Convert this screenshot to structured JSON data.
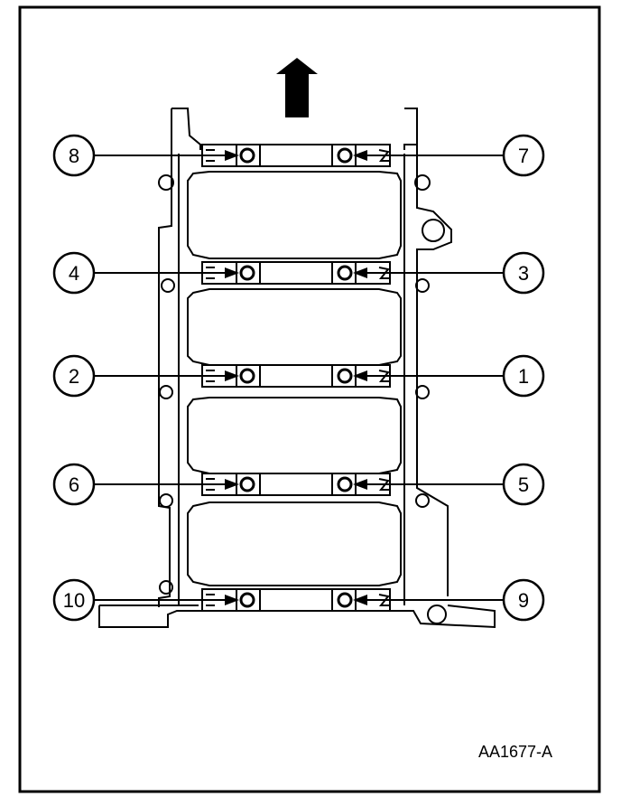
{
  "figure": {
    "reference_code": "AA1677-A",
    "front_arrow_icon": "arrow-up-icon"
  },
  "callouts": [
    {
      "label": "8",
      "side": "left",
      "row": 0
    },
    {
      "label": "7",
      "side": "right",
      "row": 0
    },
    {
      "label": "4",
      "side": "left",
      "row": 1
    },
    {
      "label": "3",
      "side": "right",
      "row": 1
    },
    {
      "label": "2",
      "side": "left",
      "row": 2
    },
    {
      "label": "1",
      "side": "right",
      "row": 2
    },
    {
      "label": "6",
      "side": "left",
      "row": 3
    },
    {
      "label": "5",
      "side": "right",
      "row": 3
    },
    {
      "label": "10",
      "side": "left",
      "row": 4
    },
    {
      "label": "9",
      "side": "right",
      "row": 4
    }
  ],
  "colors": {
    "ink": "#000000",
    "paper": "#ffffff"
  }
}
